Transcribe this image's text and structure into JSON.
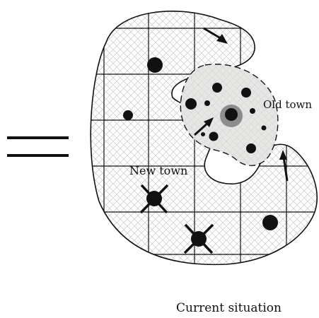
{
  "labels": {
    "old_town": "Old town",
    "new_town": "New town",
    "caption": "Current situation"
  },
  "symbols": {
    "equals_sign": "equals-sign",
    "arrow_icon": "arrow-icon",
    "crossed_circle": "crossed-circle-icon"
  },
  "colors": {
    "outline": "#111111",
    "hatch": "#b8b8b8",
    "old_town_fill": "#e6e6e4",
    "center_ring": "#8c8c8c"
  }
}
